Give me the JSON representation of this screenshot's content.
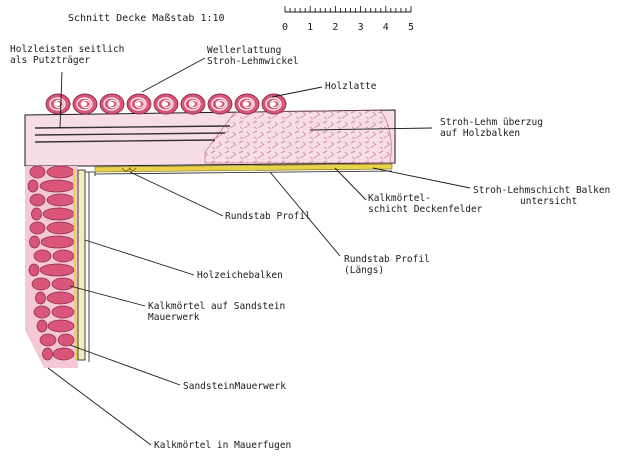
{
  "title": "Schnitt Decke Maßstab 1:10",
  "scale_bar": {
    "ticks": [
      "0",
      "1",
      "2",
      "3",
      "4",
      "5"
    ]
  },
  "labels": {
    "holzleisten_1": "Holzleisten seitlich",
    "holzleisten_2": "als Putzträger",
    "wellerlattung_1": "Wellerlattung",
    "wellerlattung_2": "Stroh-Lehmwickel",
    "holzlatte": "Holzlatte",
    "stroh_lehm_1": "Stroh-Lehm überzug",
    "stroh_lehm_2": "auf Holzbalken",
    "kalkmoertel_1": "Kalkmörtel-",
    "kalkmoertel_2": "schicht Deckenfelder",
    "balken_1": "Stroh-Lehmschicht Balken",
    "balken_2": "untersicht",
    "rundstab": "Rundstab Profil",
    "rundstab_laengs_1": "Rundstab Profil",
    "rundstab_laengs_2": "(Längs)",
    "holzeichebalken": "Holzeichebalken",
    "kalk_sandstein_1": "Kalkmörtel auf Sandstein",
    "kalk_sandstein_2": "Mauerwerk",
    "sandstein": "SandsteinMauerwerk",
    "mauerfugen": "Kalkmörtel in Mauerfugen"
  },
  "colors": {
    "stone": "#d9557a",
    "stone_edge": "#8a2a45",
    "straw": "#f7d9e2",
    "mortar": "#e8d24a",
    "line": "#1a1a1a"
  }
}
